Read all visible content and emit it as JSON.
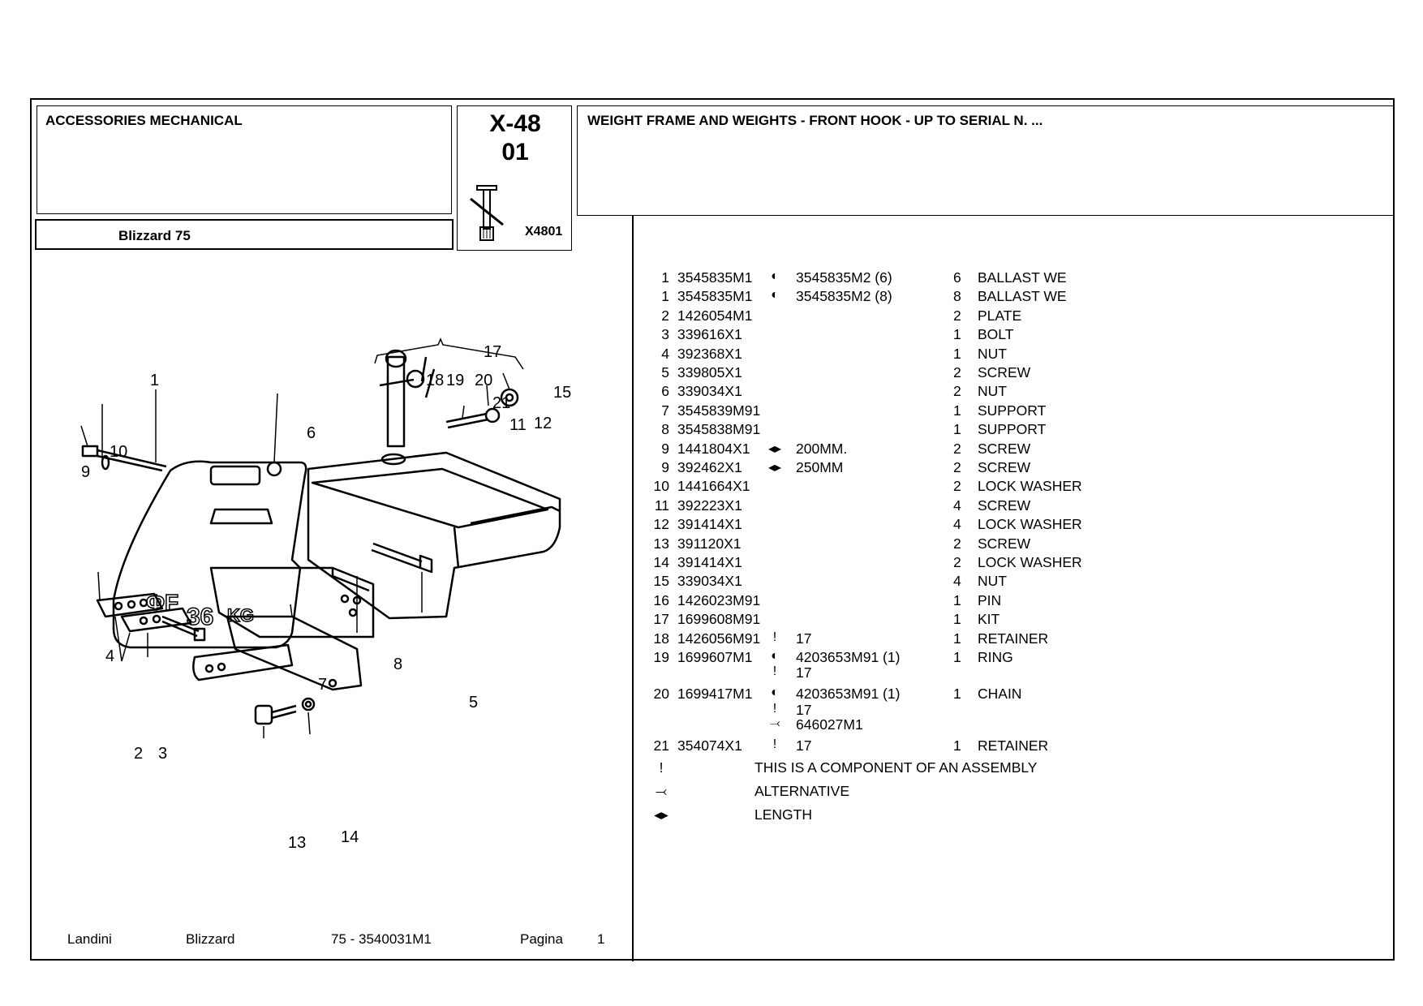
{
  "header": {
    "category": "ACCESSORIES MECHANICAL",
    "model": "Blizzard 75",
    "group_code": "X-48",
    "group_sub": "01",
    "image_ref": "X4801",
    "section_title": "WEIGHT FRAME AND WEIGHTS - FRONT HOOK - UP TO SERIAL N. ..."
  },
  "parts": [
    {
      "no": "1",
      "part": "3545835M1",
      "sym": "◐",
      "alt": "3545835M2  (6)",
      "qty": "6",
      "desc": "BALLAST WE"
    },
    {
      "no": "1",
      "part": "3545835M1",
      "sym": "◐",
      "alt": "3545835M2  (8)",
      "qty": "8",
      "desc": "BALLAST WE"
    },
    {
      "no": "2",
      "part": "1426054M1",
      "sym": "",
      "alt": "",
      "qty": "2",
      "desc": "PLATE"
    },
    {
      "no": "3",
      "part": "339616X1",
      "sym": "",
      "alt": "",
      "qty": "1",
      "desc": "BOLT"
    },
    {
      "no": "4",
      "part": "392368X1",
      "sym": "",
      "alt": "",
      "qty": "1",
      "desc": "NUT"
    },
    {
      "no": "5",
      "part": "339805X1",
      "sym": "",
      "alt": "",
      "qty": "2",
      "desc": "SCREW"
    },
    {
      "no": "6",
      "part": "339034X1",
      "sym": "",
      "alt": "",
      "qty": "2",
      "desc": "NUT"
    },
    {
      "no": "7",
      "part": "3545839M91",
      "sym": "",
      "alt": "",
      "qty": "1",
      "desc": "SUPPORT"
    },
    {
      "no": "8",
      "part": "3545838M91",
      "sym": "",
      "alt": "",
      "qty": "1",
      "desc": "SUPPORT"
    },
    {
      "no": "9",
      "part": "1441804X1",
      "sym": "◂▸",
      "alt": "200MM.",
      "qty": "2",
      "desc": "SCREW"
    },
    {
      "no": "9",
      "part": "392462X1",
      "sym": "◂▸",
      "alt": "250MM",
      "qty": "2",
      "desc": "SCREW"
    },
    {
      "no": "10",
      "part": "1441664X1",
      "sym": "",
      "alt": "",
      "qty": "2",
      "desc": "LOCK WASHER"
    },
    {
      "no": "11",
      "part": "392223X1",
      "sym": "",
      "alt": "",
      "qty": "4",
      "desc": "SCREW"
    },
    {
      "no": "12",
      "part": "391414X1",
      "sym": "",
      "alt": "",
      "qty": "4",
      "desc": "LOCK WASHER"
    },
    {
      "no": "13",
      "part": "391120X1",
      "sym": "",
      "alt": "",
      "qty": "2",
      "desc": "SCREW"
    },
    {
      "no": "14",
      "part": "391414X1",
      "sym": "",
      "alt": "",
      "qty": "2",
      "desc": "LOCK WASHER"
    },
    {
      "no": "15",
      "part": "339034X1",
      "sym": "",
      "alt": "",
      "qty": "4",
      "desc": "NUT"
    },
    {
      "no": "16",
      "part": "1426023M91",
      "sym": "",
      "alt": "",
      "qty": "1",
      "desc": "PIN"
    },
    {
      "no": "17",
      "part": "1699608M91",
      "sym": "",
      "alt": "",
      "qty": "1",
      "desc": "KIT"
    },
    {
      "no": "18",
      "part": "1426056M91",
      "sym": "!",
      "alt": "17",
      "qty": "1",
      "desc": "RETAINER"
    },
    {
      "no": "19",
      "part": "1699607M1",
      "sym": "◐",
      "alt": "4203653M91  (1)",
      "qty": "1",
      "desc": "RING",
      "sub": [
        {
          "sym": "!",
          "text": "17"
        }
      ]
    },
    {
      "no": "20",
      "part": "1699417M1",
      "sym": "◐",
      "alt": "4203653M91  (1)",
      "qty": "1",
      "desc": "CHAIN",
      "sub": [
        {
          "sym": "!",
          "text": "17"
        },
        {
          "sym": "⤙",
          "text": "646027M1"
        }
      ]
    },
    {
      "no": "21",
      "part": "354074X1",
      "sym": "!",
      "alt": "17",
      "qty": "1",
      "desc": "RETAINER"
    }
  ],
  "legend": [
    {
      "sym": "!",
      "text": "THIS IS A COMPONENT OF AN ASSEMBLY"
    },
    {
      "sym": "⤙",
      "text": "ALTERNATIVE"
    },
    {
      "sym": "◂▸",
      "text": "LENGTH"
    }
  ],
  "diagram_labels": [
    "1",
    "2",
    "3",
    "4",
    "5",
    "6",
    "7",
    "8",
    "9",
    "10",
    "11",
    "12",
    "13",
    "14",
    "15",
    "17",
    "18",
    "19",
    "20",
    "21"
  ],
  "footer": {
    "brand": "Landini",
    "series": "Blizzard",
    "ref": "75 - 3540031M1",
    "page_label": "Pagina",
    "page_no": "1"
  }
}
